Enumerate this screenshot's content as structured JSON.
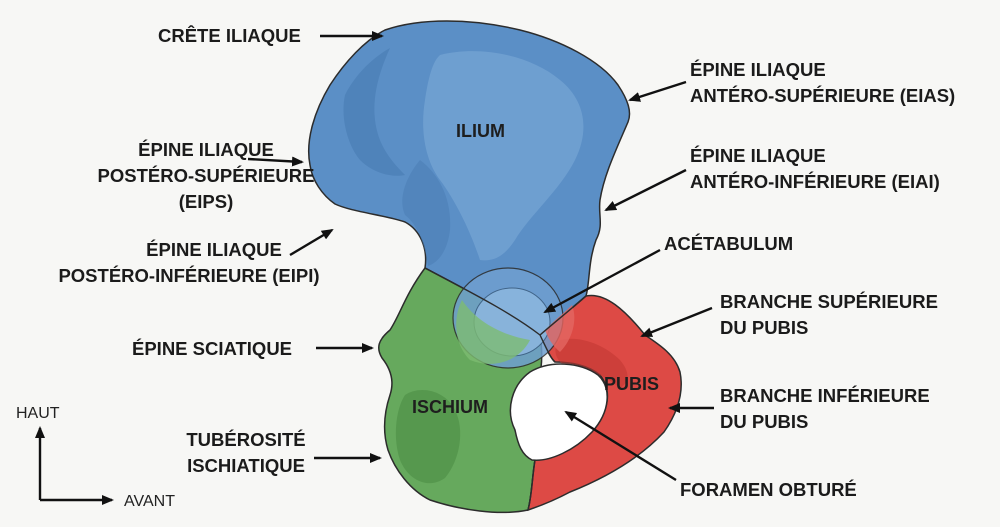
{
  "regions": {
    "ilium": "ILIUM",
    "ischium": "ISCHIUM",
    "pubis": "PUBIS"
  },
  "labels": {
    "crete_iliaque": [
      "CRÊTE ILIAQUE"
    ],
    "eips": [
      "ÉPINE ILIAQUE",
      "POSTÉRO-SUPÉRIEURE",
      "(EIPS)"
    ],
    "eipi": [
      "ÉPINE ILIAQUE",
      "POSTÉRO-INFÉRIEURE (EIPI)"
    ],
    "epine_sciatique": [
      "ÉPINE SCIATIQUE"
    ],
    "tuberosite": [
      "TUBÉROSITÉ",
      "ISCHIATIQUE"
    ],
    "eias": [
      "ÉPINE ILIAQUE",
      "ANTÉRO-SUPÉRIEURE (EIAS)"
    ],
    "eiai": [
      "ÉPINE ILIAQUE",
      "ANTÉRO-INFÉRIEURE (EIAI)"
    ],
    "acetabulum": [
      "ACÉTABULUM"
    ],
    "branche_sup": [
      "BRANCHE SUPÉRIEURE",
      "DU PUBIS"
    ],
    "branche_inf": [
      "BRANCHE INFÉRIEURE",
      "DU PUBIS"
    ],
    "foramen": [
      "FORAMEN OBTURÉ"
    ]
  },
  "orientation": {
    "up": "HAUT",
    "forward": "AVANT"
  },
  "colors": {
    "ilium": "#5b8fc6",
    "ischium": "#66a95d",
    "pubis": "#dd4a45",
    "outline": "#2c2c2c"
  }
}
